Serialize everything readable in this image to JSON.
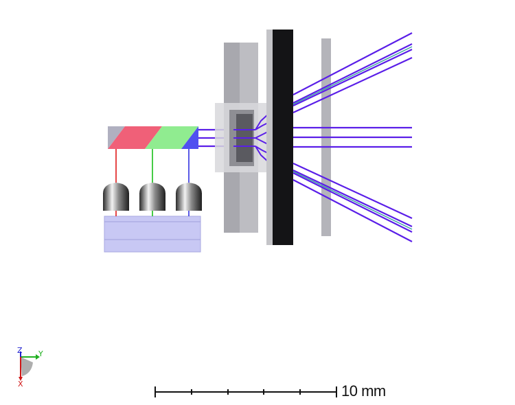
{
  "scale_bar": {
    "value": 10,
    "label": "10 mm"
  },
  "axis_triad": {
    "x_label": "X",
    "y_label": "Y",
    "z_label": "Z"
  },
  "colors": {
    "ray_violet": "#5a1ee8",
    "ray_teal": "#3aa0a0",
    "led_red": "#e01818",
    "led_green": "#18c018",
    "led_blue": "#3030e0",
    "prism_red": "#f06078",
    "prism_green": "#90ec90",
    "prism_blue": "#5050f0",
    "panel_gray": "#a8a8ac",
    "screen_black": "#141416",
    "base_lavender": "#c8c8f4"
  }
}
